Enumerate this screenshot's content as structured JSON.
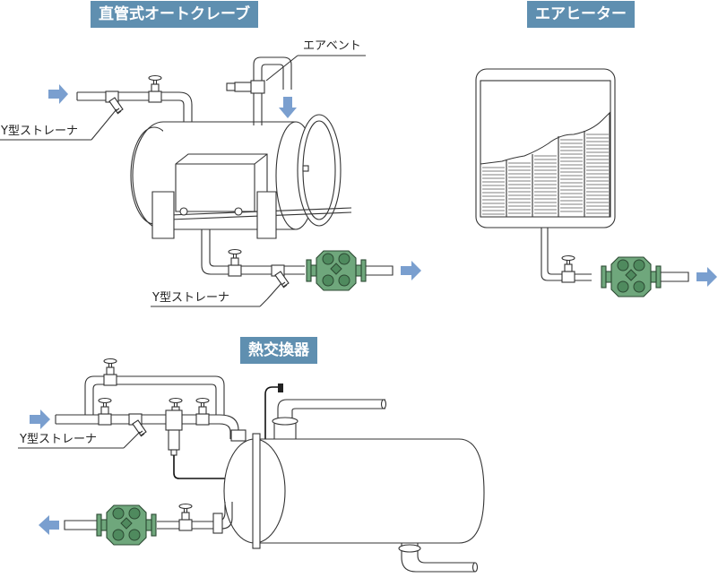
{
  "sections": {
    "autoclave": {
      "title": "直管式オートクレーブ",
      "air_vent_label": "エアベント",
      "strainer_label_1": "Y型ストレーナ",
      "strainer_label_2": "Y型ストレーナ"
    },
    "air_heater": {
      "title": "エアヒーター"
    },
    "heat_exchanger": {
      "title": "熱交換器",
      "strainer_label": "Y型ストレーナ"
    }
  },
  "colors": {
    "title_bg": "#5f8fb0",
    "flow_arrow": "#7a9fcf",
    "steam_trap": "#6fa77c",
    "line": "#333333"
  },
  "icons": [
    "flow-arrow-icon",
    "steam-trap-icon",
    "gate-valve-icon",
    "y-strainer-icon",
    "air-vent-icon"
  ]
}
